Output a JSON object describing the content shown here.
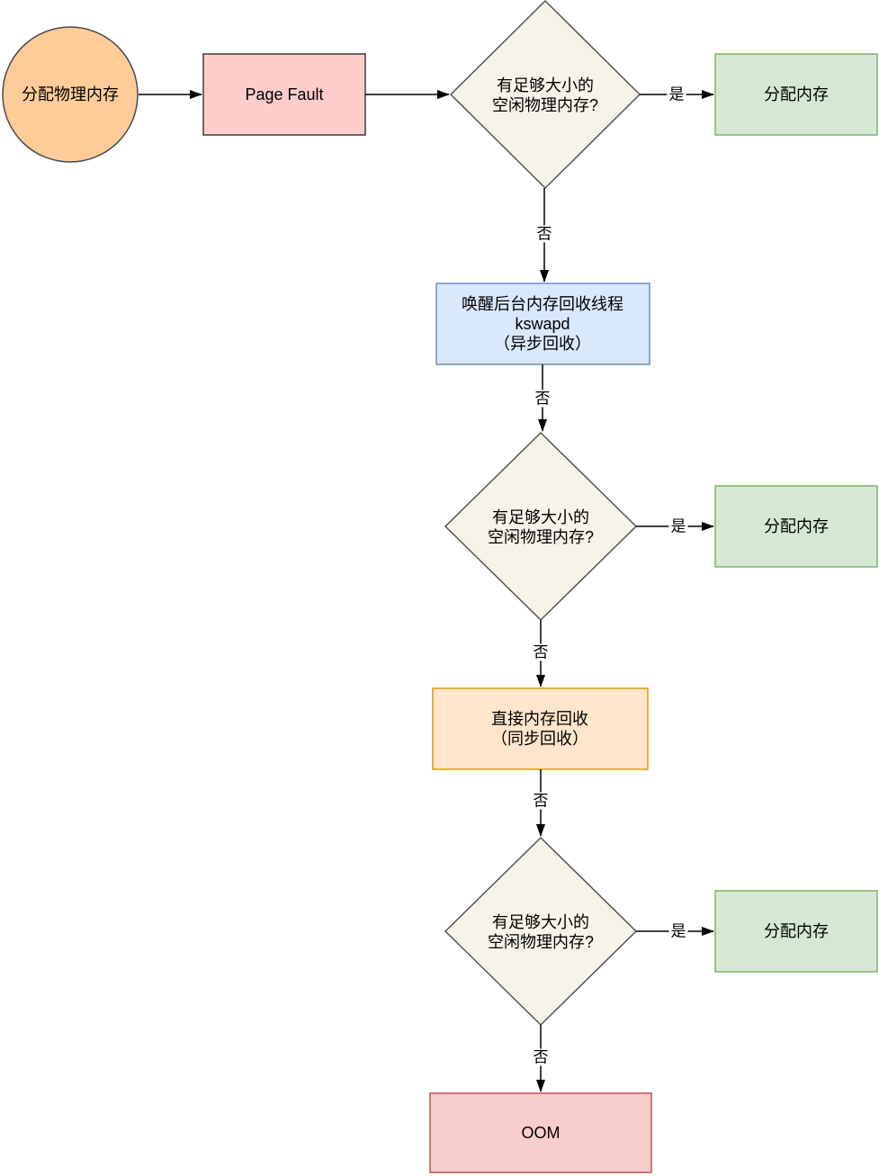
{
  "diagram": {
    "nodes": {
      "start": {
        "shape": "circle",
        "label": "分配物理内存",
        "fill": "#ffcc99",
        "stroke": "#4a4a4a"
      },
      "page_fault": {
        "shape": "rect",
        "label": "Page Fault",
        "fill": "#ffcccc",
        "stroke": "#3f3f3f"
      },
      "decision": {
        "shape": "diamond",
        "line1": "有足够大小的",
        "line2": "空闲物理内存?",
        "fill": "#f6f3e9",
        "stroke": "#545454"
      },
      "allocate": {
        "shape": "rect",
        "label": "分配内存",
        "fill": "#d5e8d4",
        "stroke": "#82b366"
      },
      "kswapd": {
        "shape": "rect",
        "line1": "唤醒后台内存回收线程",
        "line2": "kswapd",
        "line3": "（异步回收）",
        "fill": "#dae8fc",
        "stroke": "#6c8ebf"
      },
      "direct_reclaim": {
        "shape": "rect",
        "line1": "直接内存回收",
        "line2": "（同步回收）",
        "fill": "#ffe6cc",
        "stroke": "#d79b00"
      },
      "oom": {
        "shape": "rect",
        "label": "OOM",
        "fill": "#f8cecc",
        "stroke": "#b85450"
      }
    },
    "edge_labels": {
      "yes": "是",
      "no": "否"
    },
    "edge_color": "#000000"
  }
}
